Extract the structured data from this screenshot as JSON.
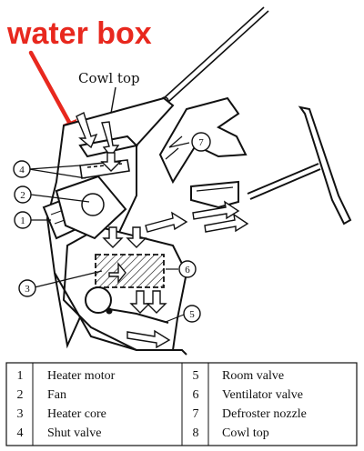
{
  "annotation": {
    "title": "water box",
    "color": "#e8281e"
  },
  "diagram": {
    "cowl_top_label": "Cowl top",
    "callouts": [
      {
        "num": "1"
      },
      {
        "num": "2"
      },
      {
        "num": "3"
      },
      {
        "num": "4"
      },
      {
        "num": "5"
      },
      {
        "num": "6"
      },
      {
        "num": "7"
      }
    ]
  },
  "legend": {
    "items": [
      {
        "num": "1",
        "label": "Heater motor"
      },
      {
        "num": "2",
        "label": "Fan"
      },
      {
        "num": "3",
        "label": "Heater core"
      },
      {
        "num": "4",
        "label": "Shut valve"
      },
      {
        "num": "5",
        "label": "Room valve"
      },
      {
        "num": "6",
        "label": "Ventilator valve"
      },
      {
        "num": "7",
        "label": "Defroster nozzle"
      },
      {
        "num": "8",
        "label": "Cowl top"
      }
    ]
  }
}
